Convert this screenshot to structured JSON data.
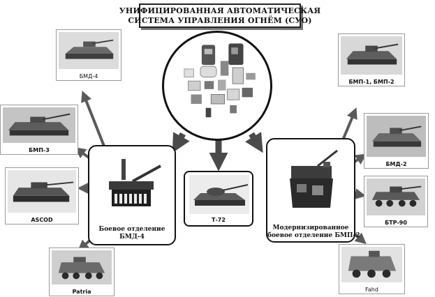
{
  "title": {
    "line1": "УНИФИЦИРОВАННАЯ АВТОМАТИЧЕСКАЯ",
    "line2": "СИСТЕМА УПРАВЛЕНИЯ ОГНЁМ (СУО)"
  },
  "vehicles": {
    "bmd4": "БМД-4",
    "bmp3": "БМП-3",
    "ascod": "ASCOD",
    "patria": "Patria",
    "bmp1_bmp2": "БМП-1, БМП-2",
    "bmd2": "БМД-2",
    "btr90": "БТР-90",
    "fahd": "Fahd",
    "t72": "Т-72"
  },
  "modules": {
    "bmd4_turret": {
      "line1": "Боевое отделение",
      "line2": "БМД-4"
    },
    "bmp2_turret": {
      "line1": "Модернизированное",
      "line2": "боевое отделение БМП-2"
    }
  },
  "colors": {
    "arrow": "#5a5a5a",
    "frame": "#111111",
    "title_shadow": "#777777"
  }
}
